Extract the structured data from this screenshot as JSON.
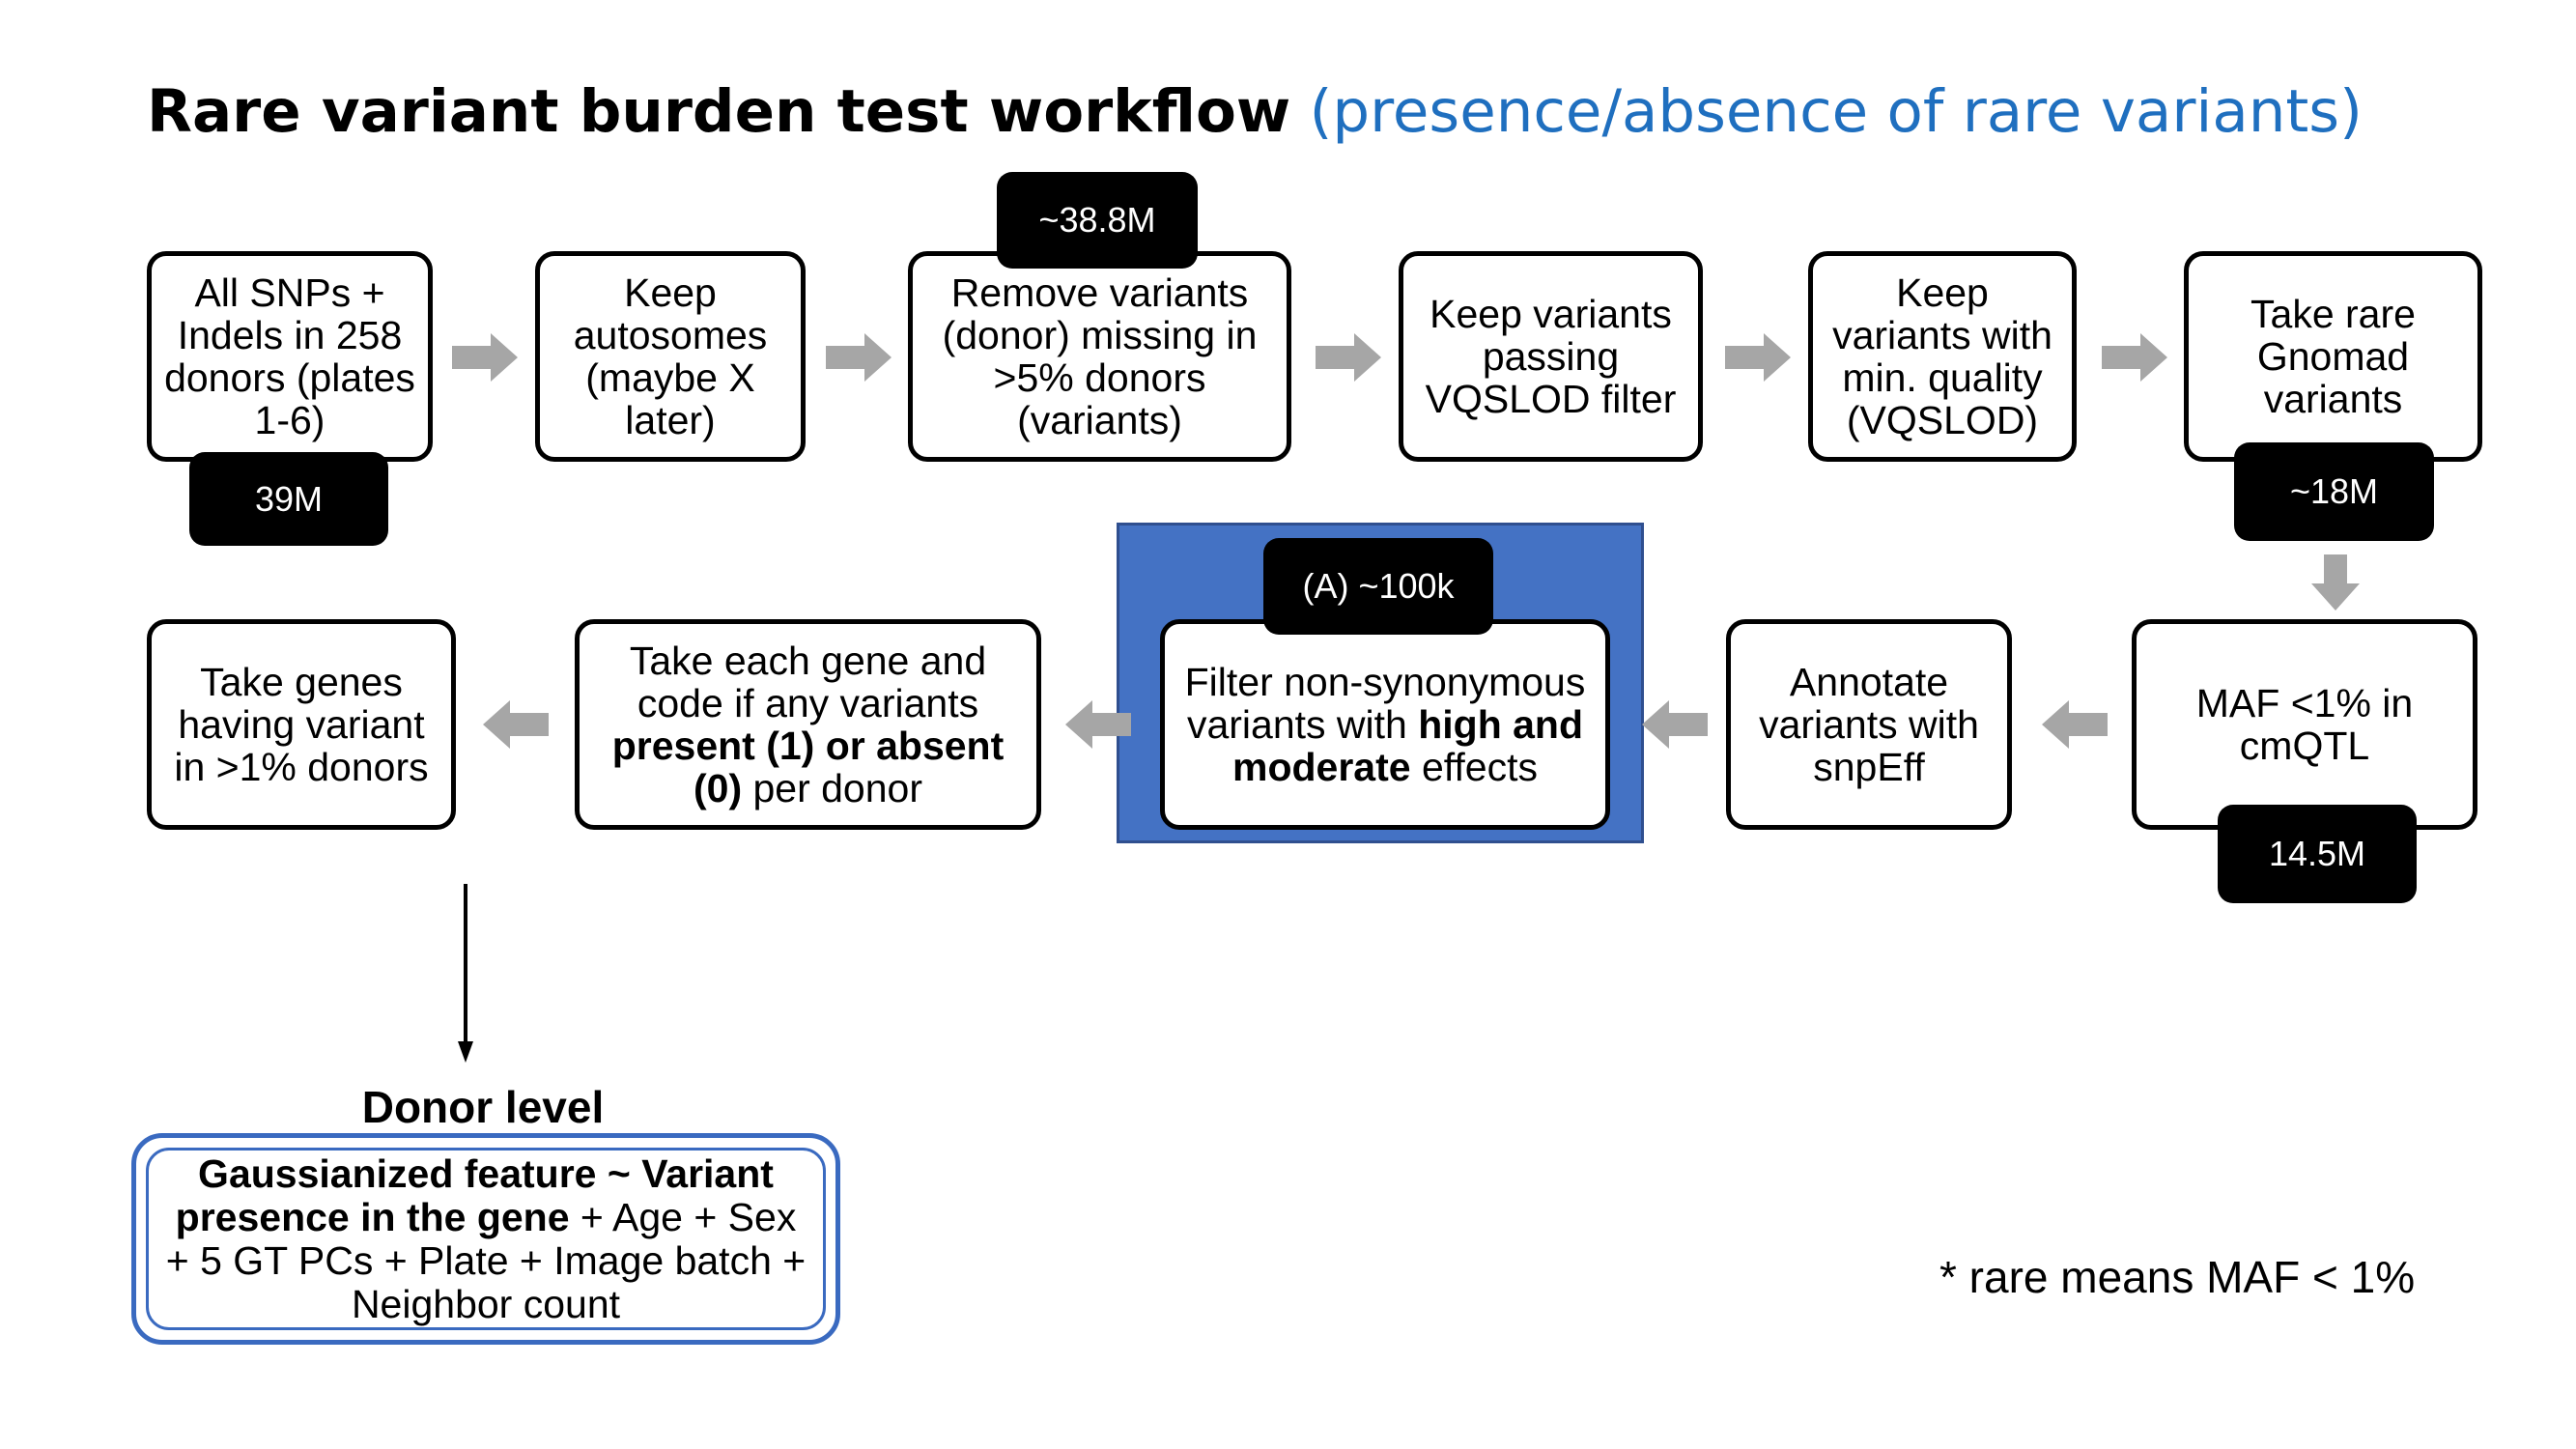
{
  "title": {
    "main": "Rare variant burden test workflow",
    "sub": "(presence/absence of rare variants)"
  },
  "steps": {
    "all_snps": "All SNPs + Indels in 258 donors (plates 1-6)",
    "keep_autosomes": "Keep autosomes (maybe X later)",
    "remove_variants": "Remove variants (donor) missing in >5% donors (variants)",
    "keep_vqslod": "Keep variants passing VQSLOD filter",
    "keep_quality": "Keep variants with min. quality (VQSLOD)",
    "take_rare": "Take rare Gnomad variants",
    "maf": "MAF <1% in cmQTL",
    "annotate": "Annotate variants with snpEff",
    "filter": {
      "part1": "Filter non-synonymous variants with ",
      "bold1": "high and moderate",
      "part2": " effects"
    },
    "take_each": {
      "part1": "Take each gene and code if any variants ",
      "bold1": "present (1) or absent (0)",
      "part2": " per donor"
    },
    "take_genes": "Take genes having variant in >1% donors"
  },
  "badges": {
    "all_snps": "39M",
    "remove_variants": "~38.8M",
    "take_rare": "~18M",
    "maf": "14.5M",
    "filter": "(A) ~100k"
  },
  "donor": {
    "title": "Donor level",
    "model_bold": "Gaussianized feature ~ Variant presence in the gene",
    "model_rest": " + Age + Sex + 5 GT PCs + Plate + Image batch + Neighbor count"
  },
  "footnote": "* rare means MAF < 1%",
  "colors": {
    "title_sub": "#1f6fbf",
    "highlight": "#4472c4",
    "arrow": "#a6a6a6",
    "model_border": "#3a6ac0"
  }
}
